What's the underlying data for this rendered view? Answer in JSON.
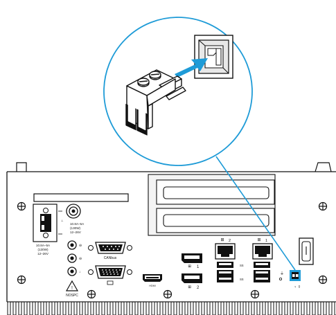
{
  "colors": {
    "accent": "#1e9bd7",
    "line": "#111111",
    "panel": "#ffffff",
    "bracket": "#e6e6e6"
  },
  "power_labels": {
    "main_line1": "10.8A–5A",
    "main_line2": "(130W)",
    "main_line3": "12–26V",
    "left_line1": "10.8A–5A",
    "left_line2": "(130W)",
    "left_line3": "12–26V"
  },
  "port_labels": {
    "canbus": "CANbus",
    "nospc": "NOSPC",
    "hdmi": "HDMI",
    "dp1": "1",
    "dp2": "2",
    "eth2": "2",
    "eth1": "1",
    "usb_ss_top": "SS",
    "usb_ss_bottom": "SS"
  },
  "icons": [
    "power-connector-icon",
    "insert-arrow-icon",
    "screw-icon",
    "ground-icon",
    "warning-icon",
    "power-switch-icon"
  ]
}
